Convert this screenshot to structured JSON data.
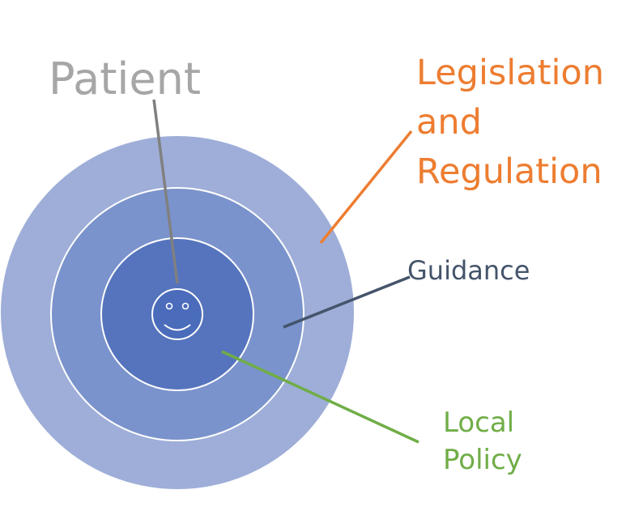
{
  "labels": {
    "patient": "Patient",
    "legislation": "Legislation\nand\nRegulation",
    "guidance": "Guidance",
    "local_policy": "Local\nPolicy"
  },
  "colors": {
    "outer_ring": "#9eaed8",
    "middle_ring": "#7b93cc",
    "inner_ring": "#5574bd",
    "face": "#4a6cbb",
    "ring_border": "#ffffff",
    "patient": "#a6a6a6",
    "legislation": "#ed7d31",
    "guidance": "#44546a",
    "local_policy": "#70ad47"
  },
  "icons": {
    "patient_face": "smiley-face-icon"
  }
}
